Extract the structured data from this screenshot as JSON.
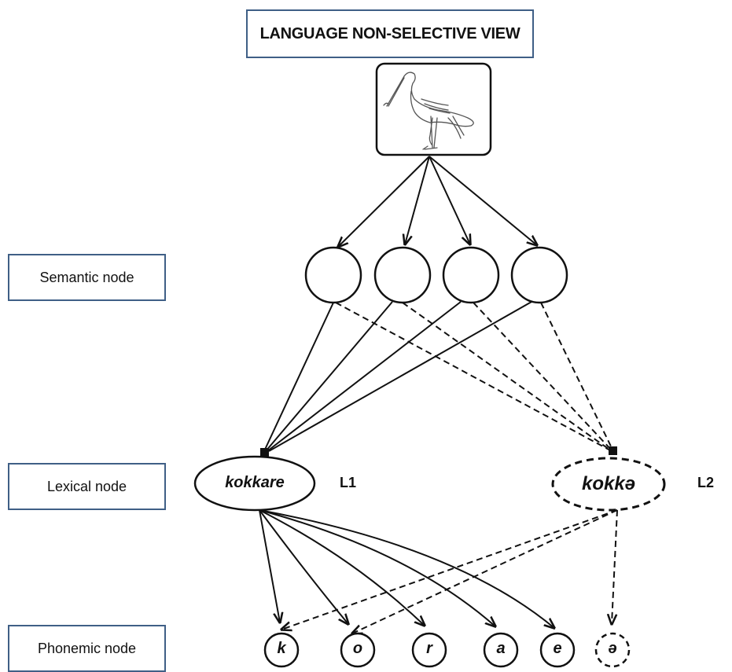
{
  "title": "LANGUAGE NON-SELECTIVE VIEW",
  "levels": {
    "semantic": "Semantic node",
    "lexical": "Lexical node",
    "phonemic": "Phonemic node"
  },
  "lexical_nodes": [
    {
      "word": "kokkare",
      "language": "L1",
      "style": "solid"
    },
    {
      "word": "kokkə",
      "language": "L2",
      "style": "dashed"
    }
  ],
  "phonemes": [
    "k",
    "o",
    "r",
    "a",
    "e",
    "ə"
  ],
  "image": {
    "icon": "stork-bird-icon"
  }
}
